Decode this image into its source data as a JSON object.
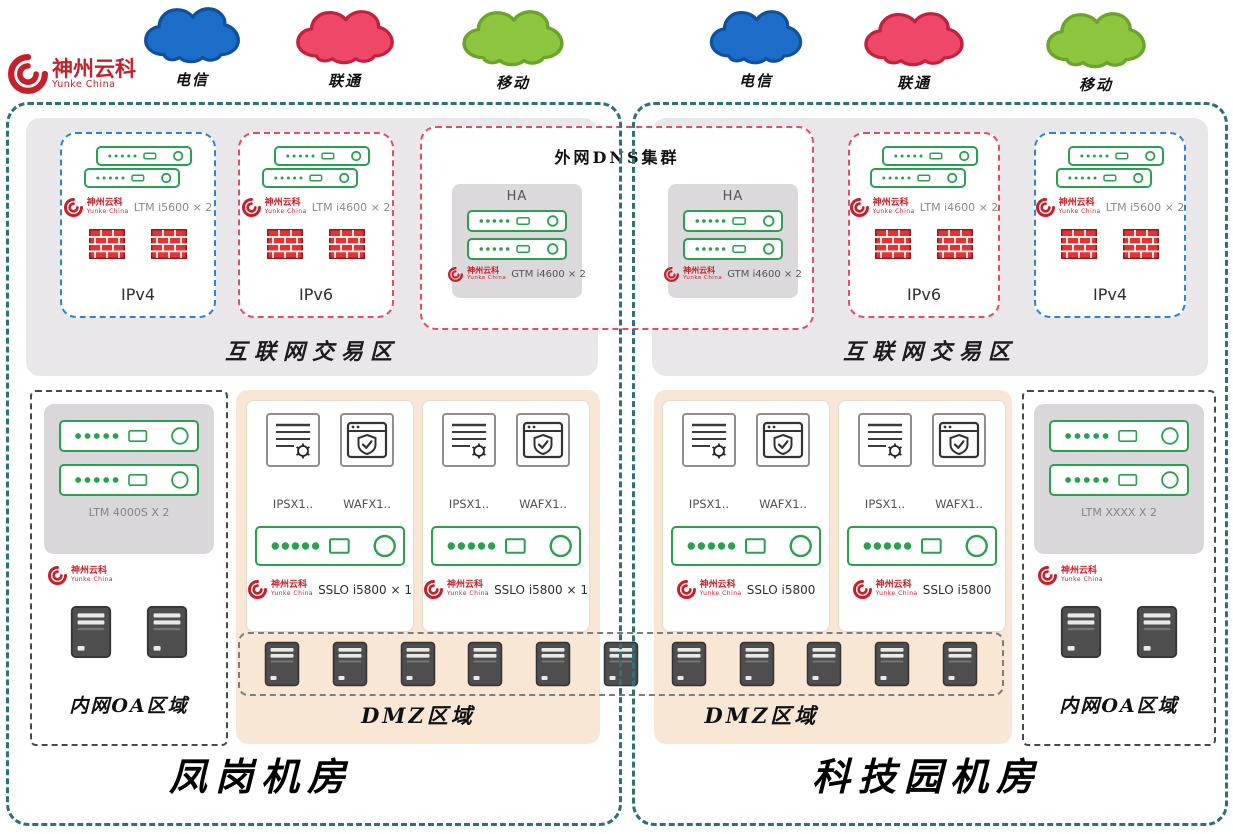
{
  "brand": {
    "name": "神州云科",
    "sub": "Yunke China"
  },
  "clouds": {
    "left": [
      {
        "label": "电信",
        "fill": "#1b6dc7",
        "stroke": "#0f519e"
      },
      {
        "label": "联通",
        "fill": "#ef4767",
        "stroke": "#c2223f"
      },
      {
        "label": "移动",
        "fill": "#8cc63e",
        "stroke": "#6da32c"
      }
    ],
    "right": [
      {
        "label": "电信",
        "fill": "#1b6dc7",
        "stroke": "#0f519e"
      },
      {
        "label": "联通",
        "fill": "#ef4767",
        "stroke": "#c2223f"
      },
      {
        "label": "移动",
        "fill": "#8cc63e",
        "stroke": "#6da32c"
      }
    ]
  },
  "dns_cluster": {
    "title": "外网DNS集群",
    "ha": [
      {
        "title": "HA",
        "device": "GTM i4600 × 2"
      },
      {
        "title": "HA",
        "device": "GTM i4600 × 2"
      }
    ]
  },
  "dc_left": {
    "name": "凤岗机房",
    "internet_zone": {
      "title": "互联网交易区"
    },
    "ipv4": {
      "device": "LTM i5600 × 2",
      "label": "IPv4"
    },
    "ipv6": {
      "device": "LTM i4600 × 2",
      "label": "IPv6"
    },
    "oa": {
      "title": "内网OA区域",
      "device": "LTM 4000S X 2"
    },
    "dmz": {
      "title": "DMZ区域",
      "boxes": [
        {
          "ips": "IPSX1..",
          "waf": "WAFX1..",
          "device": "SSLO i5800 × 1"
        },
        {
          "ips": "IPSX1..",
          "waf": "WAFX1..",
          "device": "SSLO i5800 × 1"
        }
      ]
    }
  },
  "dc_right": {
    "name": "科技园机房",
    "internet_zone": {
      "title": "互联网交易区"
    },
    "ipv6": {
      "device": "LTM i4600 × 2",
      "label": "IPv6"
    },
    "ipv4": {
      "device": "LTM i5600 × 2",
      "label": "IPv4"
    },
    "oa": {
      "title": "内网OA区域",
      "device": "LTM XXXX X 2"
    },
    "dmz": {
      "title": "DMZ区域",
      "boxes": [
        {
          "ips": "IPSX1..",
          "waf": "WAFX1..",
          "device": "SSLO i5800"
        },
        {
          "ips": "IPSX1..",
          "waf": "WAFX1..",
          "device": "SSLO i5800"
        }
      ]
    }
  }
}
